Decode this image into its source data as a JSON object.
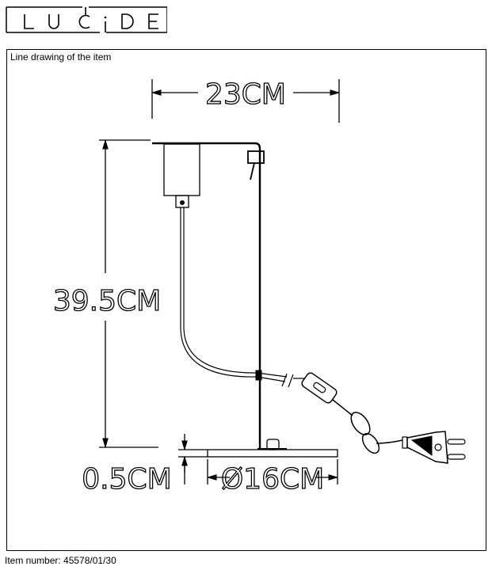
{
  "brand": {
    "logo_text": "LUCIDE"
  },
  "caption": "Line drawing of the item",
  "dimensions": {
    "width": "23CM",
    "height": "39.5CM",
    "base_thickness": "0.5CM",
    "base_diameter": "Ø16CM"
  },
  "item_number": "Item number: 45578/01/30"
}
